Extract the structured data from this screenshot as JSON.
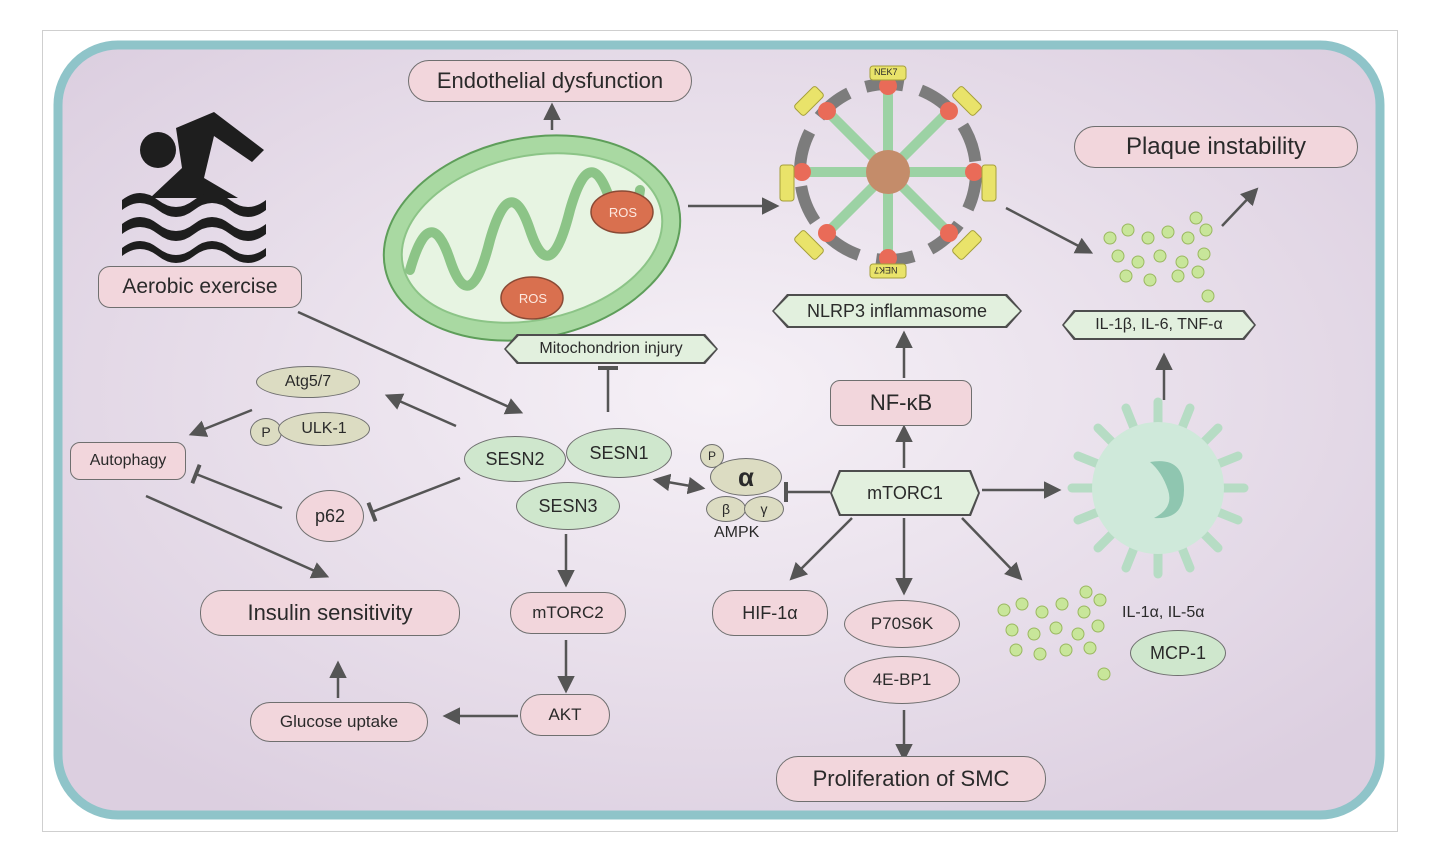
{
  "labels": {
    "endothelial": "Endothelial dysfunction",
    "plaque": "Plaque instability",
    "aerobic": "Aerobic exercise",
    "ros1": "ROS",
    "ros2": "ROS",
    "mito_injury": "Mitochondrion injury",
    "nlrp3": "NLRP3 inflammasome",
    "il_list": "IL-1β, IL-6, TNF-α",
    "atg": "Atg5/7",
    "p_small": "P",
    "ulk": "ULK-1",
    "autophagy": "Autophagy",
    "sesn2": "SESN2",
    "sesn1": "SESN1",
    "sesn3": "SESN3",
    "p62": "p62",
    "ampk_p": "P",
    "ampk_alpha": "α",
    "ampk_beta": "β",
    "ampk_gamma": "γ",
    "ampk": "AMPK",
    "nfkb": "NF-κB",
    "mtorc1": "mTORC1",
    "insulin": "Insulin sensitivity",
    "mtorc2": "mTORC2",
    "hif": "HIF-1α",
    "p70": "P70S6K",
    "ebp1": "4E-BP1",
    "il_alpha": "IL-1α, IL-5α",
    "mcp": "MCP-1",
    "akt": "AKT",
    "glucose": "Glucose uptake",
    "smc": "Proliferation of SMC",
    "nek7": "NEK7"
  },
  "icons": [
    "swimmer-icon",
    "mitochondrion-icon",
    "inflammasome-icon",
    "macrophage-icon"
  ],
  "colors": {
    "cell_border": "#8fc4c9",
    "cell_fill": "#e3d9e6",
    "pink_node": "#f2d6dc",
    "green_node": "#cfe7cd",
    "ros": "#d9704f",
    "arrow": "#555555"
  }
}
